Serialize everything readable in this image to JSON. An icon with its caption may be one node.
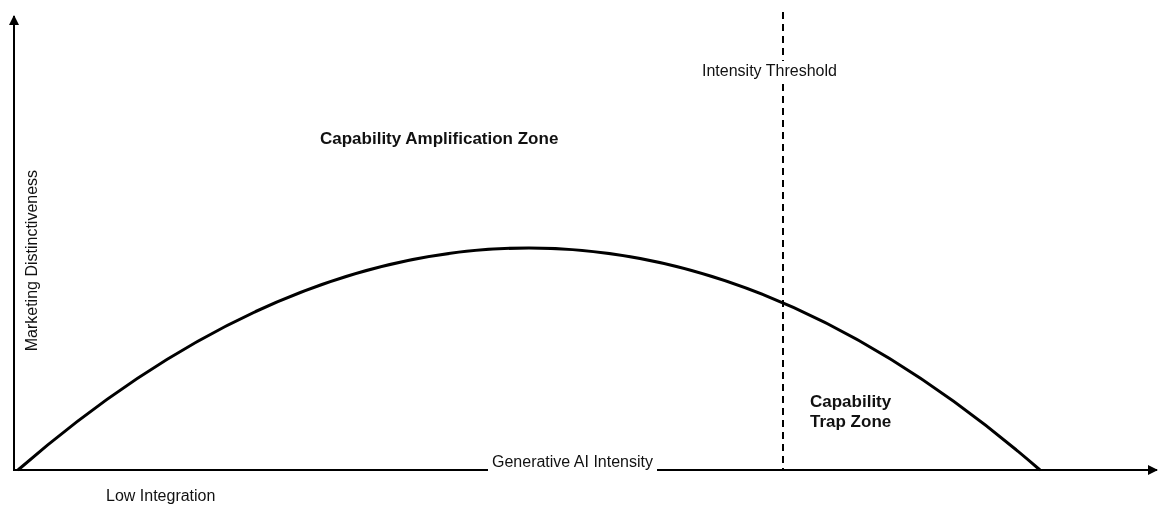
{
  "diagram": {
    "labels": [
      "Intensity Threshold",
      "Capability Amplification Zone",
      "Marketing Distinctiveness",
      "Capability Trap Zone",
      "Generative AI Intensity",
      "Low Integration"
    ]
  }
}
